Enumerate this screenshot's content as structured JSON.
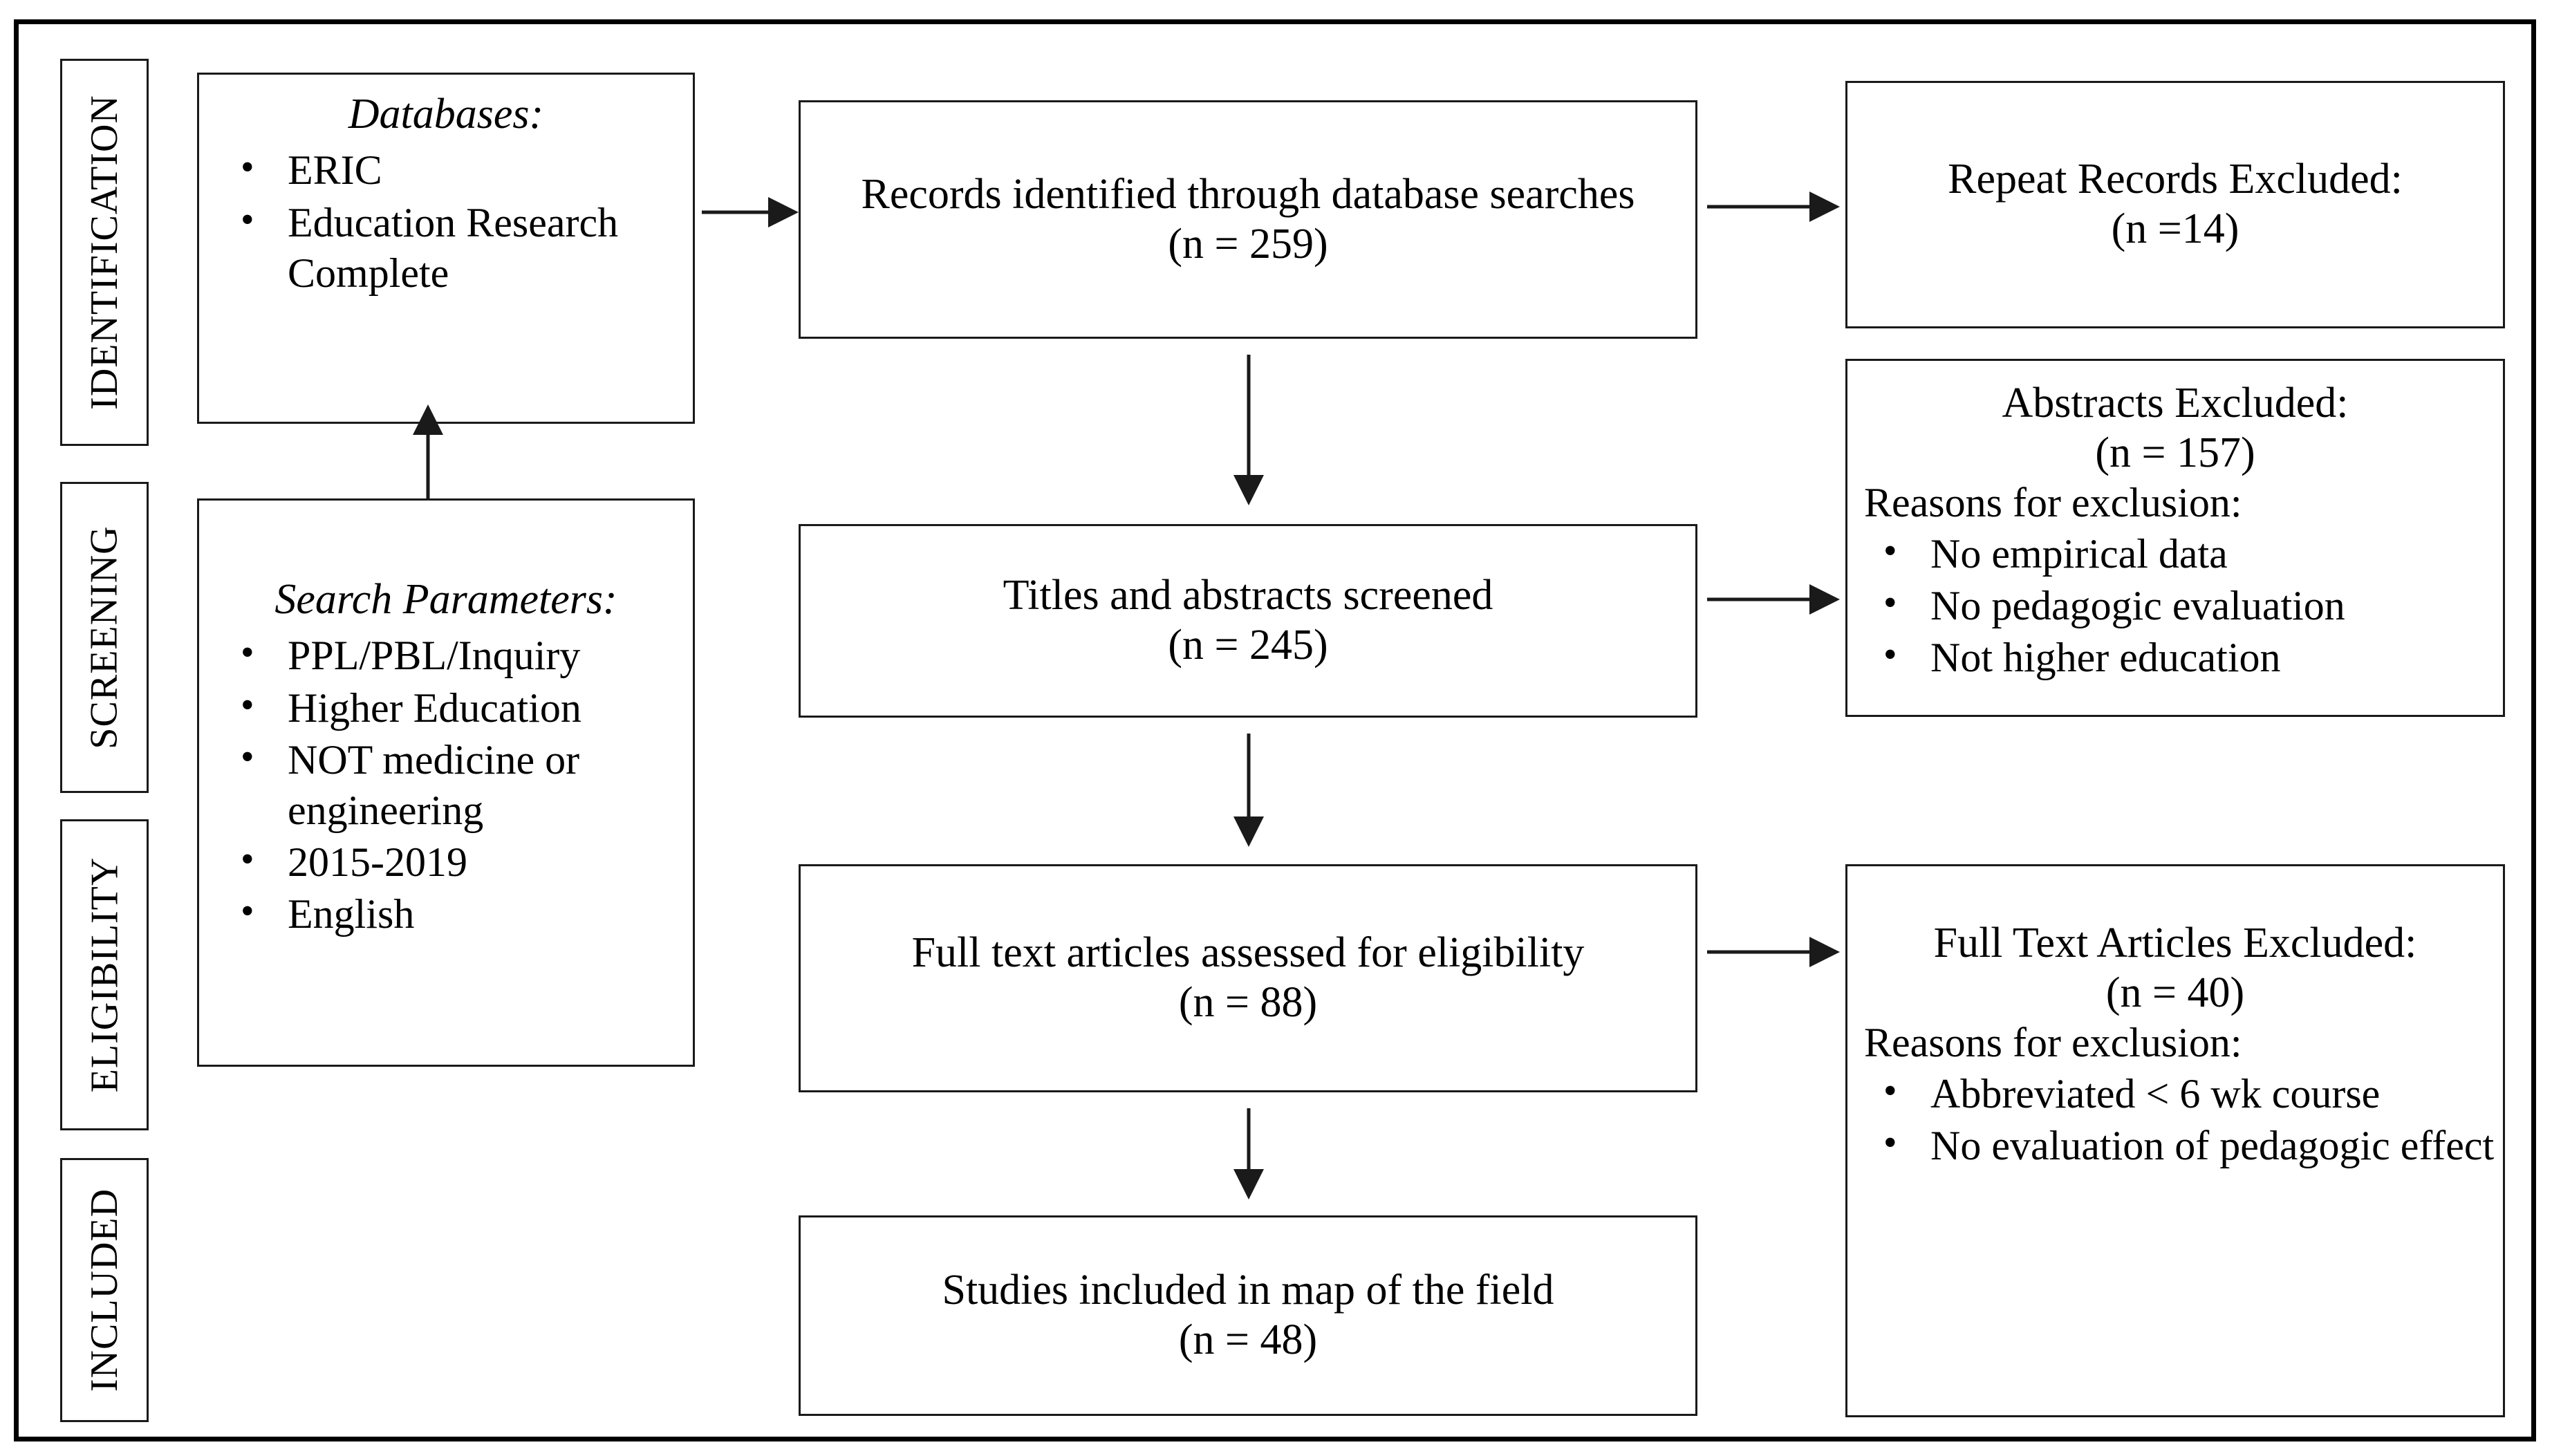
{
  "diagram": {
    "type": "prisma-flow-diagram",
    "stages": [
      {
        "id": "identification",
        "label": "IDENTIFICATION"
      },
      {
        "id": "screening",
        "label": "SCREENING"
      },
      {
        "id": "eligibility",
        "label": "ELIGIBILITY"
      },
      {
        "id": "included",
        "label": "INCLUDED"
      }
    ],
    "left_column": {
      "databases": {
        "heading": "Databases:",
        "items": [
          "ERIC",
          "Education Research Complete"
        ]
      },
      "search_parameters": {
        "heading": "Search Parameters:",
        "items": [
          "PPL/PBL/Inquiry",
          "Higher Education",
          "NOT medicine or engineering",
          "2015-2019",
          "English"
        ]
      }
    },
    "center_column": [
      {
        "id": "records-identified",
        "title": "Records identified through database searches",
        "count": "(n = 259)"
      },
      {
        "id": "titles-abstracts-screened",
        "title": "Titles and abstracts screened",
        "count": "(n = 245)"
      },
      {
        "id": "full-text-assessed",
        "title": "Full text articles assessed for eligibility",
        "count": "(n = 88)"
      },
      {
        "id": "studies-included",
        "title": "Studies included in map of the field",
        "count": "(n =  48)"
      }
    ],
    "right_column": [
      {
        "id": "repeat-records-excluded",
        "title": "Repeat Records Excluded:",
        "count": "(n =14)",
        "reasons_heading": "",
        "reasons": []
      },
      {
        "id": "abstracts-excluded",
        "title": "Abstracts Excluded:",
        "count": "(n = 157)",
        "reasons_heading": "Reasons for exclusion:",
        "reasons": [
          "No empirical data",
          "No pedagogic evaluation",
          "Not higher education"
        ]
      },
      {
        "id": "full-text-excluded",
        "title": "Full Text Articles Excluded:",
        "count": "(n = 40)",
        "reasons_heading": "Reasons for exclusion:",
        "reasons": [
          "Abbreviated < 6 wk course",
          "No evaluation of pedagogic effect"
        ]
      }
    ],
    "colors": {
      "line": "#1a1a1a",
      "background": "#ffffff",
      "text": "#000000"
    }
  }
}
